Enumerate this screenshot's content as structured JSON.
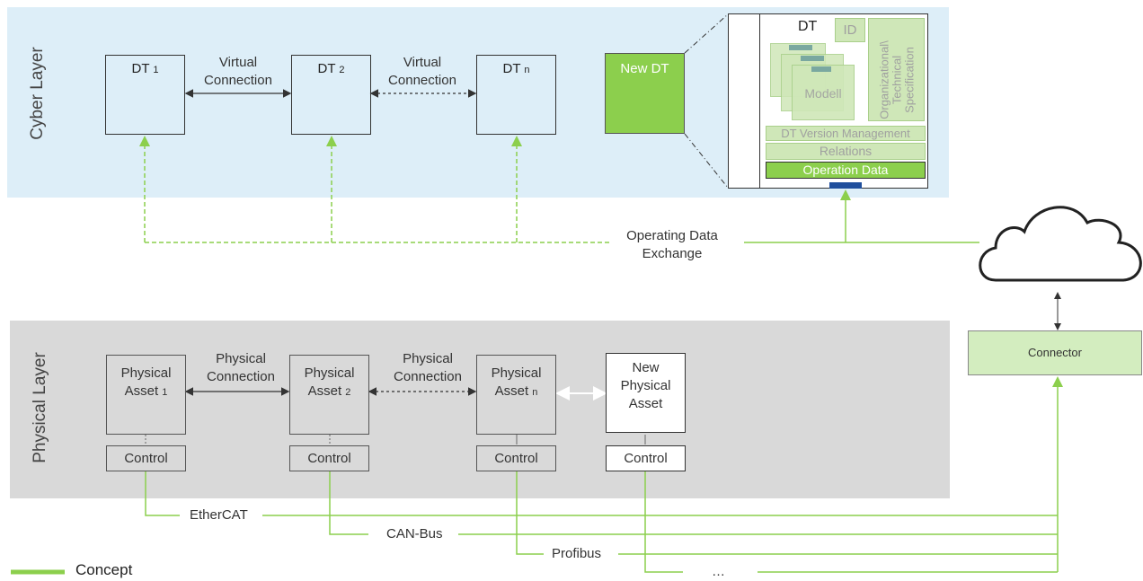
{
  "cyber_layer": {
    "title": "Cyber Layer",
    "dt1": {
      "label": "DT",
      "sub": "1"
    },
    "dt2": {
      "label": "DT",
      "sub": "2"
    },
    "dtn": {
      "label": "DT",
      "sub": "n"
    },
    "virtual_connection_1": "Virtual Connection",
    "virtual_connection_2": "Virtual Connection",
    "new_dt": "New DT",
    "dt_detail": {
      "title": "DT",
      "id": "ID",
      "modell": "Modell",
      "org_spec": "Organizational\\ Technical Specification",
      "version_mgmt": "DT Version Management",
      "relations": "Relations",
      "operation_data": "Operation Data"
    }
  },
  "operating_data_exchange": "Operating Data Exchange",
  "connector": "Connector",
  "physical_layer": {
    "title": "Physical Layer",
    "asset1": {
      "label": "Physical Asset",
      "sub": "1"
    },
    "asset2": {
      "label": "Physical Asset",
      "sub": "2"
    },
    "assetn": {
      "label": "Physical Asset",
      "sub": "n"
    },
    "new_asset": "New Physical Asset",
    "physical_connection_1": "Physical Connection",
    "physical_connection_2": "Physical Connection",
    "control": "Control"
  },
  "buses": {
    "ethercat": "EtherCAT",
    "canbus": "CAN-Bus",
    "profibus": "Profibus",
    "ellipsis": "…"
  },
  "legend": {
    "concept": "Concept"
  },
  "colors": {
    "green": "#8ccf4d",
    "cyber_bg": "#ddeef8",
    "physical_bg": "#d9d9d9",
    "blue_bar": "#1f4e9c"
  }
}
